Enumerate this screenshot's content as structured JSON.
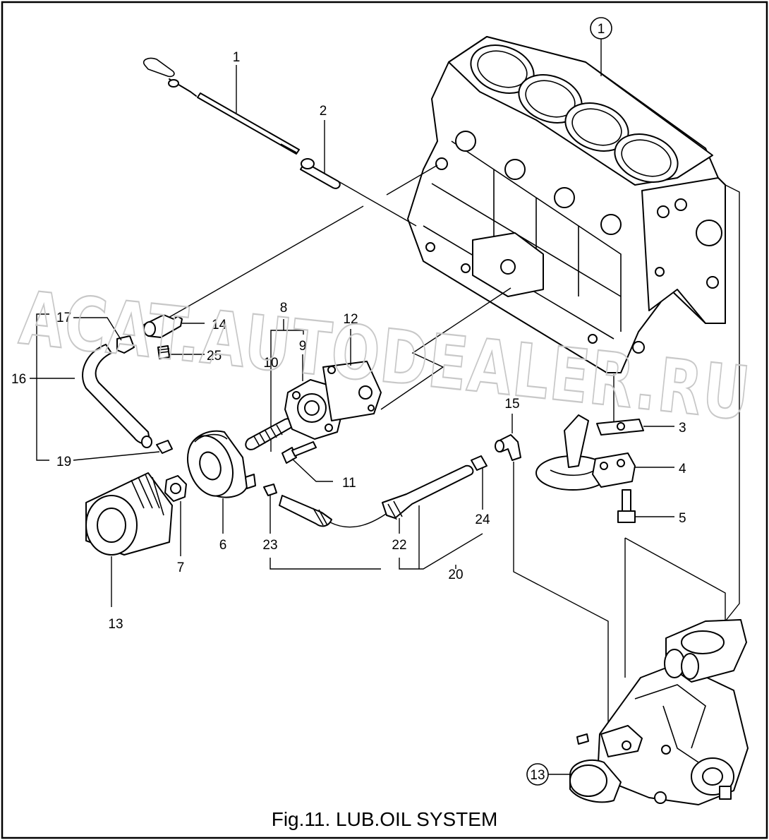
{
  "title": "Fig.11.  LUB.OIL SYSTEM",
  "watermark": "ACAT.AUTODEALER.RU",
  "callouts": {
    "c1_block": "1",
    "c13_pump": "13"
  },
  "labels": {
    "p1": "1",
    "p2": "2",
    "p3": "3",
    "p4": "4",
    "p5": "5",
    "p6": "6",
    "p7": "7",
    "p8": "8",
    "p9": "9",
    "p10": "10",
    "p11": "11",
    "p12": "12",
    "p13": "13",
    "p14": "14",
    "p15": "15",
    "p16": "16",
    "p17": "17",
    "p19": "19",
    "p20": "20",
    "p22": "22",
    "p23": "23",
    "p24": "24",
    "p25": "25"
  }
}
